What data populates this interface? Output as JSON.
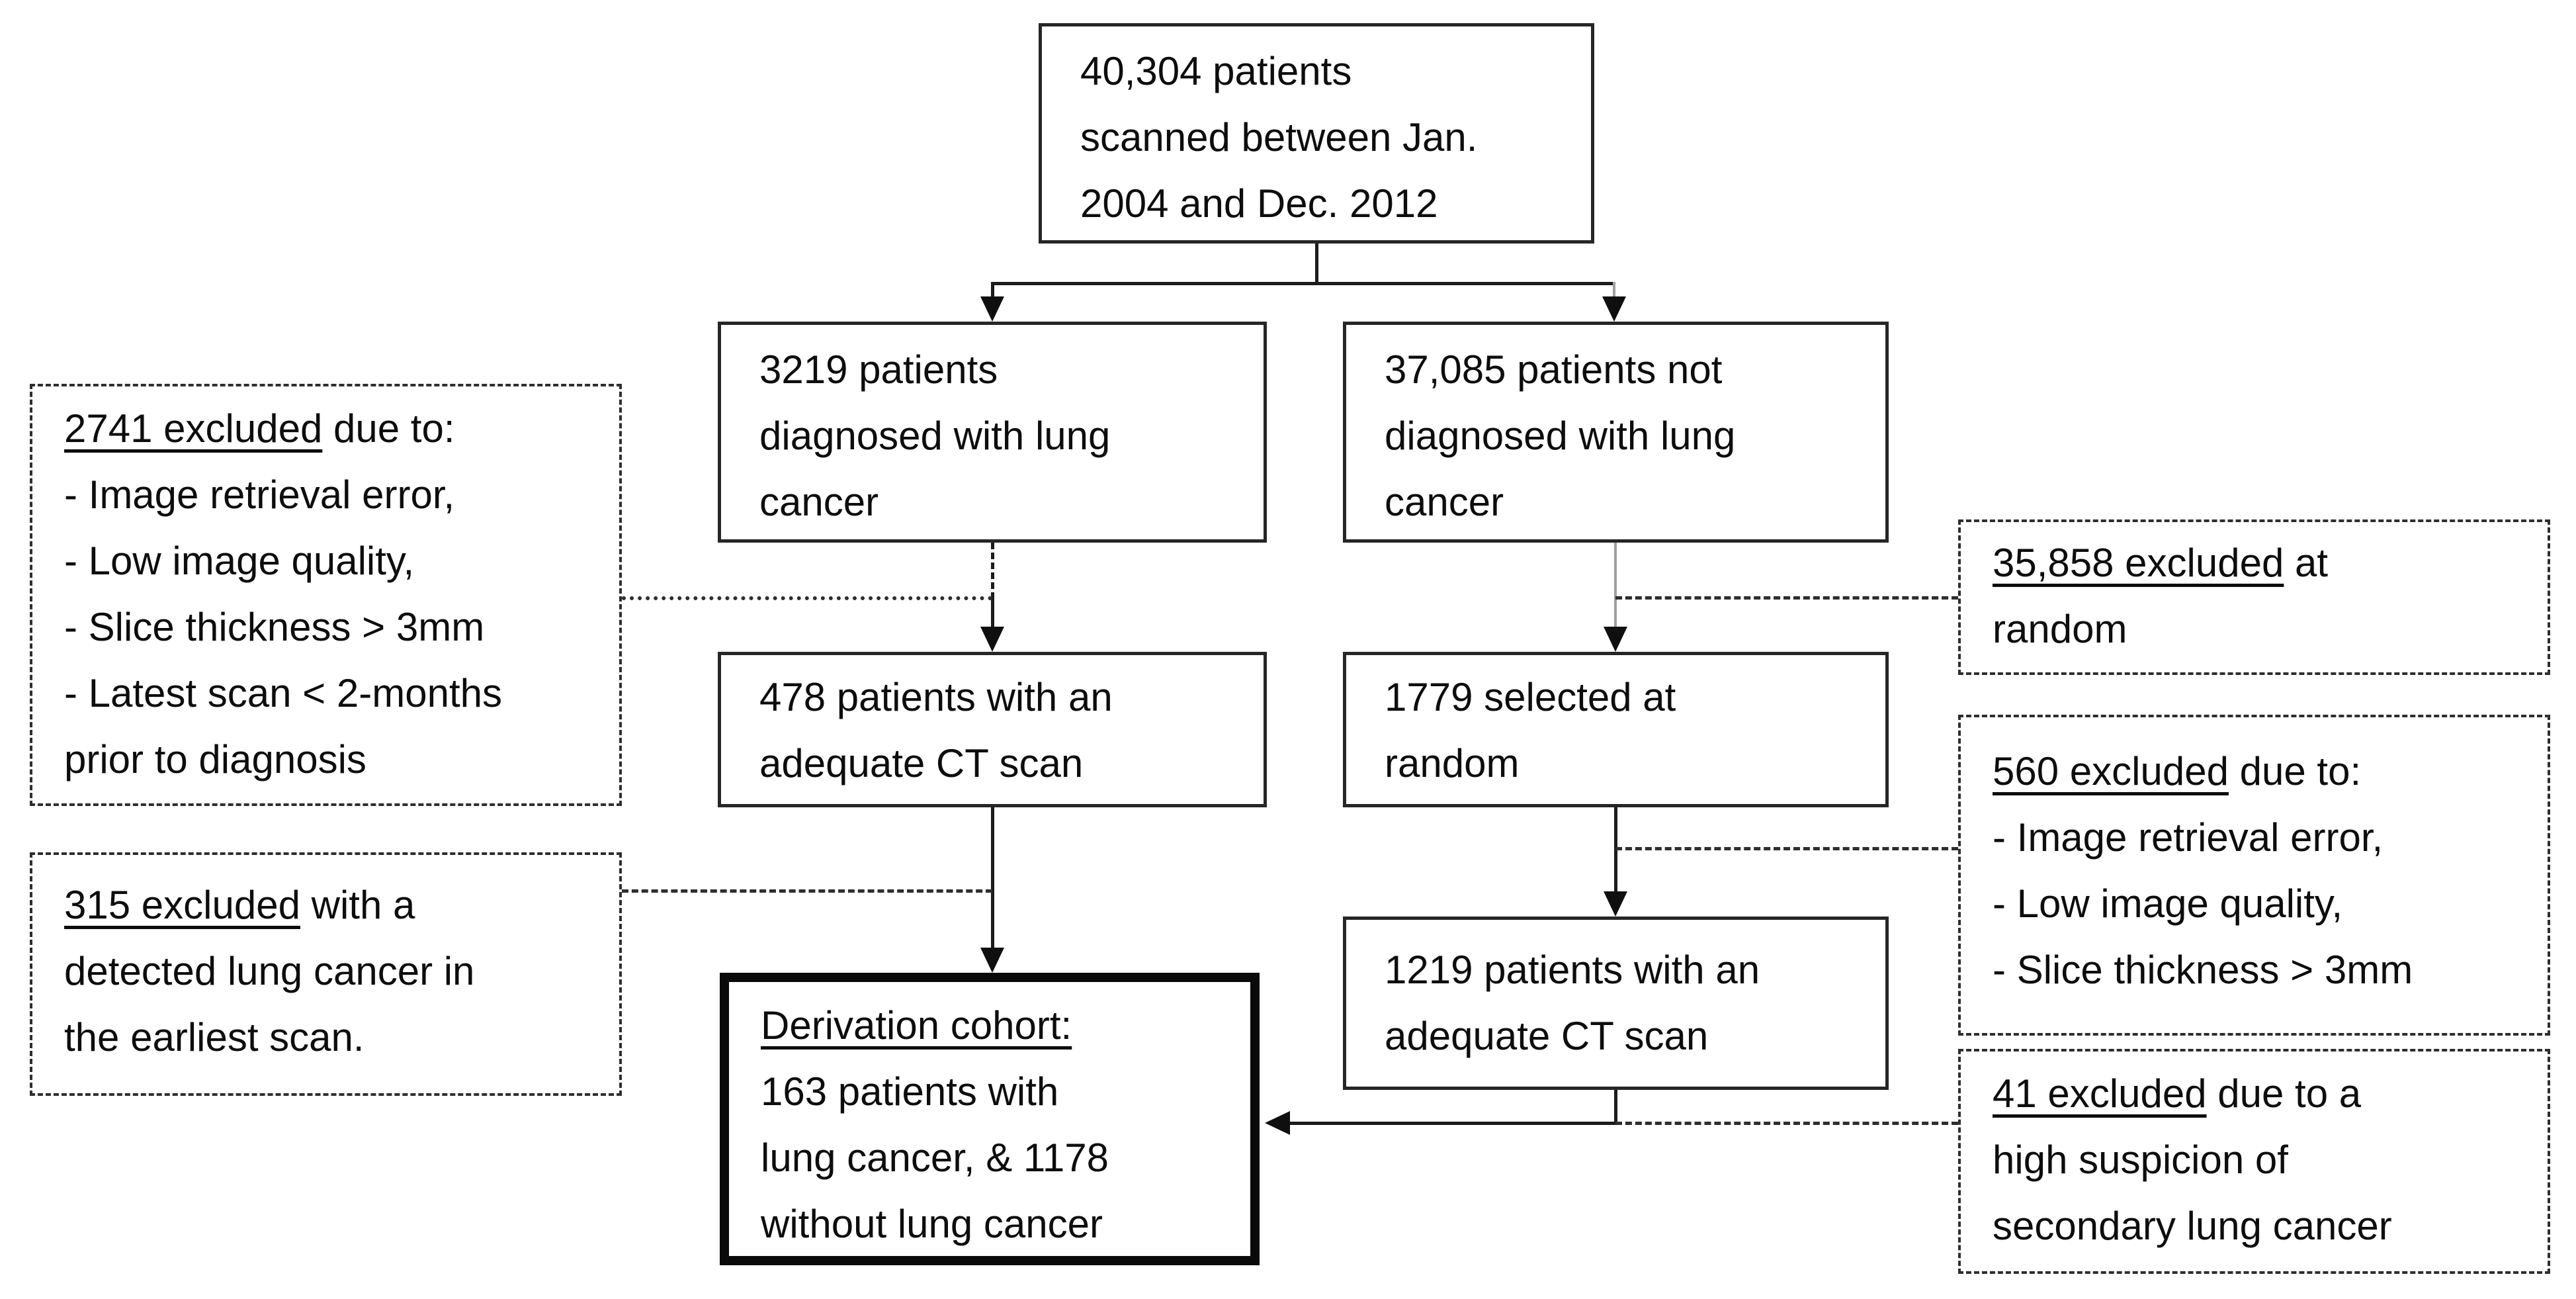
{
  "figure": {
    "type": "patient-flow-diagram",
    "background": "#ffffff",
    "ink": "#111111",
    "gray_line": "#a0a0a0"
  },
  "boxes": {
    "scanned": {
      "lines": [
        "40,304 patients",
        "scanned between Jan.",
        "2004 and Dec. 2012"
      ]
    },
    "diagnosed": {
      "lines": [
        "3219 patients",
        "diagnosed with lung",
        "cancer"
      ]
    },
    "not_diagnosed": {
      "lines": [
        "37,085 patients not",
        "diagnosed with lung",
        "cancer"
      ]
    },
    "adequate_cases": {
      "lines": [
        "478 patients with an",
        "adequate CT scan"
      ]
    },
    "random_sel": {
      "lines": [
        "1779 selected at",
        "random"
      ]
    },
    "adequate_ctrl": {
      "lines": [
        "1219 patients with an",
        "adequate CT scan"
      ]
    },
    "derivation": {
      "underline": "Derivation cohort:",
      "lines": [
        "163 patients with",
        "lung cancer, & 1178",
        "without lung cancer"
      ]
    }
  },
  "exclusions": {
    "excl_2741": {
      "underline": "2741 excluded",
      "rest": " due to:",
      "lines": [
        "- Image retrieval error,",
        "- Low image quality,",
        "- Slice thickness > 3mm",
        "- Latest scan < 2-months",
        "prior to diagnosis"
      ]
    },
    "excl_315": {
      "underline": "315 excluded",
      "rest": " with a",
      "lines": [
        "detected lung cancer in",
        "the earliest scan."
      ]
    },
    "excl_35858": {
      "underline": "35,858 excluded",
      "rest": " at",
      "lines": [
        "random"
      ]
    },
    "excl_560": {
      "underline": "560 excluded",
      "rest": " due to:",
      "lines": [
        "- Image retrieval error,",
        "- Low image quality,",
        "- Slice thickness > 3mm"
      ]
    },
    "excl_41": {
      "underline": "41 excluded",
      "rest": " due to a",
      "lines": [
        "high suspicion of",
        "secondary lung cancer"
      ]
    }
  }
}
